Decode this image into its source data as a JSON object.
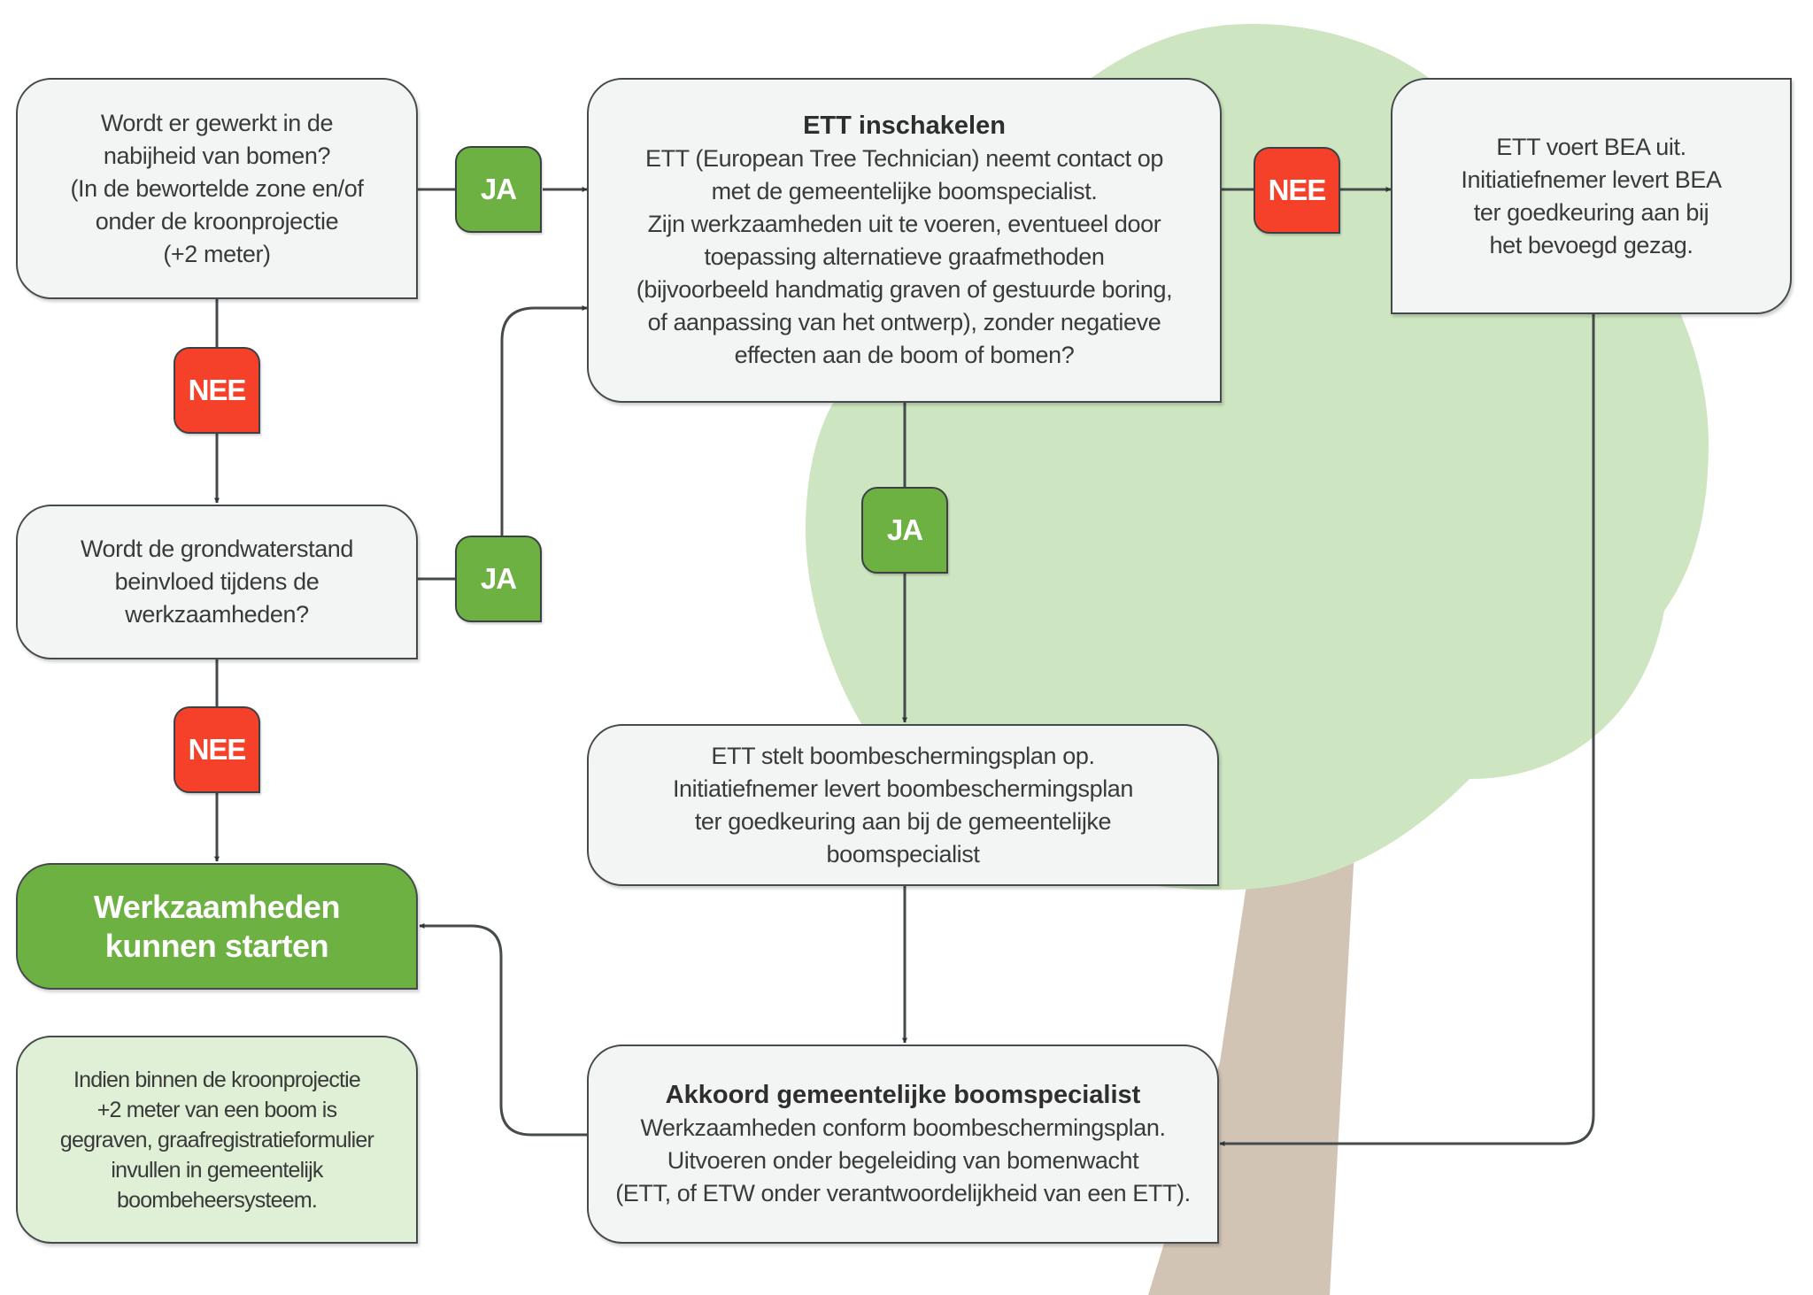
{
  "diagram": {
    "colors": {
      "yes_badge": "#6db142",
      "no_badge": "#f5402a",
      "box_fill": "#f3f5f4",
      "note_fill": "#dff0d6",
      "canopy": "#cde5c0",
      "trunk": "#d2c4b5",
      "connector": "#454a4c"
    },
    "nodes": {
      "q_near_trees": "Wordt er gewerkt in de\nnabijheid van bomen?\n(In de bewortelde zone en/of\nonder de kroonprojectie\n(+2 meter)",
      "q_groundwater": "Wordt de grondwaterstand\nbeinvloed tijdens de\nwerkzaamheden?",
      "start_work": "Werkzaamheden\nkunnen starten",
      "note": "Indien binnen de kroonprojectie\n+2 meter van een boom is\ngegraven, graafregistratieformulier\ninvullen in gemeentelijk\nboombeheersysteem.",
      "ett_title": "ETT inschakelen",
      "ett_body": "ETT (European Tree Technician) neemt contact op\nmet de gemeentelijke boomspecialist.\nZijn werkzaamheden uit te voeren, eventueel door\ntoepassing alternatieve graafmethoden\n(bijvoorbeeld handmatig graven of gestuurde boring,\nof aanpassing van het ontwerp), zonder negatieve\neffecten aan de boom of bomen?",
      "bea": "ETT voert BEA uit.\nInitiatiefnemer levert BEA\nter goedkeuring aan bij\nhet bevoegd gezag.",
      "protection_plan": "ETT stelt boombeschermingsplan op.\nInitiatiefnemer levert boombeschermingsplan\nter goedkeuring aan bij de gemeentelijke\nboomspecialist",
      "approval_title": "Akkoord gemeentelijke boomspecialist",
      "approval_body": "Werkzaamheden conform boombeschermingsplan.\nUitvoeren onder begeleiding van bomenwacht\n(ETT, of ETW onder verantwoordelijkheid van een ETT)."
    },
    "badges": {
      "yes": "JA",
      "no": "NEE"
    },
    "edges": [
      {
        "from": "q_near_trees",
        "to": "ett",
        "label": "JA"
      },
      {
        "from": "q_near_trees",
        "to": "q_groundwater",
        "label": "NEE"
      },
      {
        "from": "q_groundwater",
        "to": "ett",
        "label": "JA"
      },
      {
        "from": "q_groundwater",
        "to": "start_work",
        "label": "NEE"
      },
      {
        "from": "ett",
        "to": "bea",
        "label": "NEE"
      },
      {
        "from": "ett",
        "to": "protection_plan",
        "label": "JA"
      },
      {
        "from": "protection_plan",
        "to": "approval",
        "label": ""
      },
      {
        "from": "bea",
        "to": "approval",
        "label": ""
      },
      {
        "from": "approval",
        "to": "start_work",
        "label": ""
      }
    ]
  }
}
